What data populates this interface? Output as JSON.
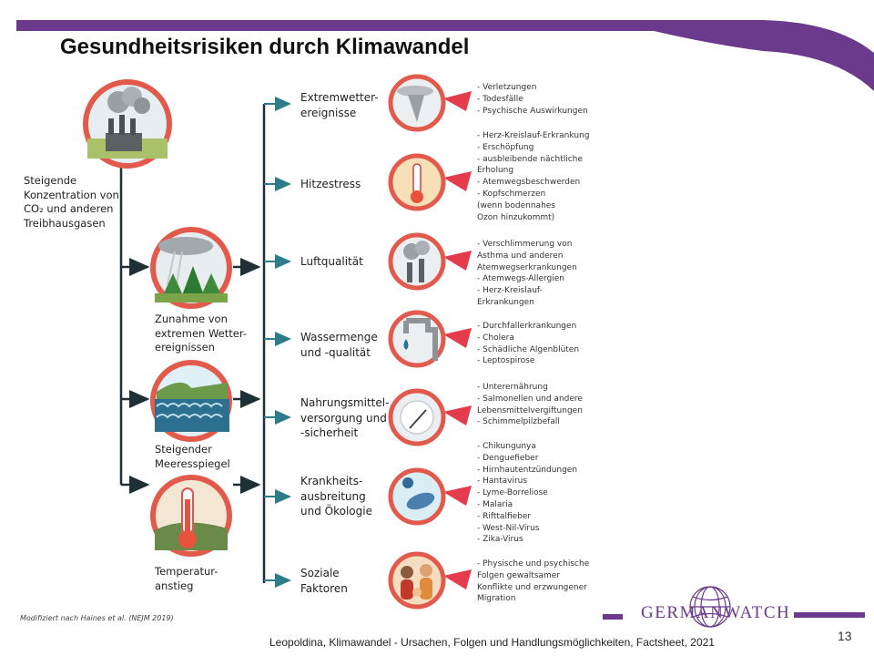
{
  "title": "Gesundheitsrisiken durch Klimawandel",
  "colors": {
    "accent_purple": "#6b3a8c",
    "line_dark": "#1f2f36",
    "arrow_teal": "#2d7c8a",
    "circle_ring": "#e25a4b",
    "pointer_red": "#e43c4c"
  },
  "drivers": [
    {
      "label": "Steigende\nKonzentration von\nCO₂ und anderen\nTreibhausgasen",
      "icon": "factory-icon"
    },
    {
      "label": "Zunahme von\nextremen Wetter-\nereignissen",
      "icon": "storm-forest-icon"
    },
    {
      "label": "Steigender\nMeeresspiegel",
      "icon": "sea-waves-icon"
    },
    {
      "label": "Temperatur-\nanstieg",
      "icon": "thermometer-icon"
    }
  ],
  "categories": [
    {
      "label": "Extremwetter-\nereignisse",
      "icon": "tornado-icon",
      "effects": "- Verletzungen\n- Todesfälle\n- Psychische Auswirkungen"
    },
    {
      "label": "Hitzestress",
      "icon": "heat-thermometer-icon",
      "effects": "- Herz-Kreislauf-Erkrankung\n- Erschöpfung\n- ausbleibende nächtliche\n  Erholung\n- Atemwegsbeschwerden\n- Kopfschmerzen\n  (wenn bodennahes\n  Ozon hinzukommt)"
    },
    {
      "label": "Luftqualität",
      "icon": "smoke-stack-icon",
      "effects": "- Verschlimmerung von\n  Asthma und anderen\n  Atemwegserkrankungen\n- Atemwegs-Allergien\n- Herz-Kreislauf-\n  Erkrankungen"
    },
    {
      "label": "Wassermenge\nund -qualität",
      "icon": "water-tap-icon",
      "effects": "- Durchfallerkrankungen\n- Cholera\n- Schädliche Algenblüten\n- Leptospirose"
    },
    {
      "label": "Nahrungsmittel-\nversorgung und\n-sicherheit",
      "icon": "plate-icon",
      "effects": "- Unterernährung\n- Salmonellen und andere\n  Lebensmittelvergiftungen\n- Schimmelpilzbefall"
    },
    {
      "label": "Krankheits-\nausbreitung\nund Ökologie",
      "icon": "virus-icon",
      "effects": "- Chikungunya\n- Denguefieber\n- Hirnhautentzündungen\n- Hantavirus\n- Lyme-Borreliose\n- Malaria\n- Rifttalfieber\n- West-Nil-Virus\n- Zika-Virus"
    },
    {
      "label": "Soziale\nFaktoren",
      "icon": "people-icon",
      "effects": "- Physische und psychische\n  Folgen gewaltsamer\n  Konflikte und erzwungener\n  Migration"
    }
  ],
  "credit": "Modifiziert nach Haines et al. (NEJM 2019)",
  "source": "Leopoldina, Klimawandel - Ursachen, Folgen und Handlungsmöglichkeiten, Factsheet, 2021",
  "page_number": "13",
  "logo_text": "GERMANWATCH"
}
